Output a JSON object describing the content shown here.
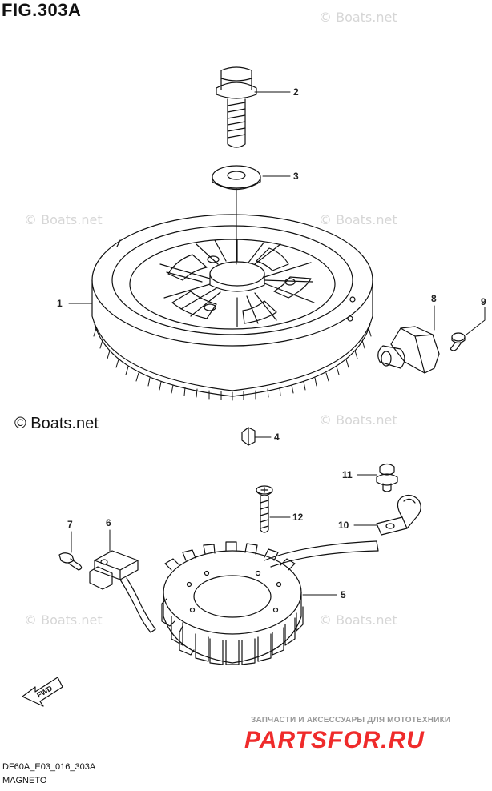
{
  "figure": {
    "title": "FIG.303A",
    "code": "DF60A_E03_016_303A",
    "name": "MAGNETO"
  },
  "watermark": {
    "small": "© Boats.net",
    "large": "© Boats.net"
  },
  "parts": [
    {
      "number": "1"
    },
    {
      "number": "2"
    },
    {
      "number": "3"
    },
    {
      "number": "4"
    },
    {
      "number": "5"
    },
    {
      "number": "6"
    },
    {
      "number": "7"
    },
    {
      "number": "8"
    },
    {
      "number": "9"
    },
    {
      "number": "10"
    },
    {
      "number": "11"
    },
    {
      "number": "12"
    }
  ],
  "arrow_label": "FWD",
  "vendor": {
    "subtitle": "ЗАПЧАСТИ И АКСЕССУАРЫ ДЛЯ МОТОТЕХНИКИ",
    "logo": "PARTSFOR.RU",
    "logo_color": "#ef2b2b"
  }
}
